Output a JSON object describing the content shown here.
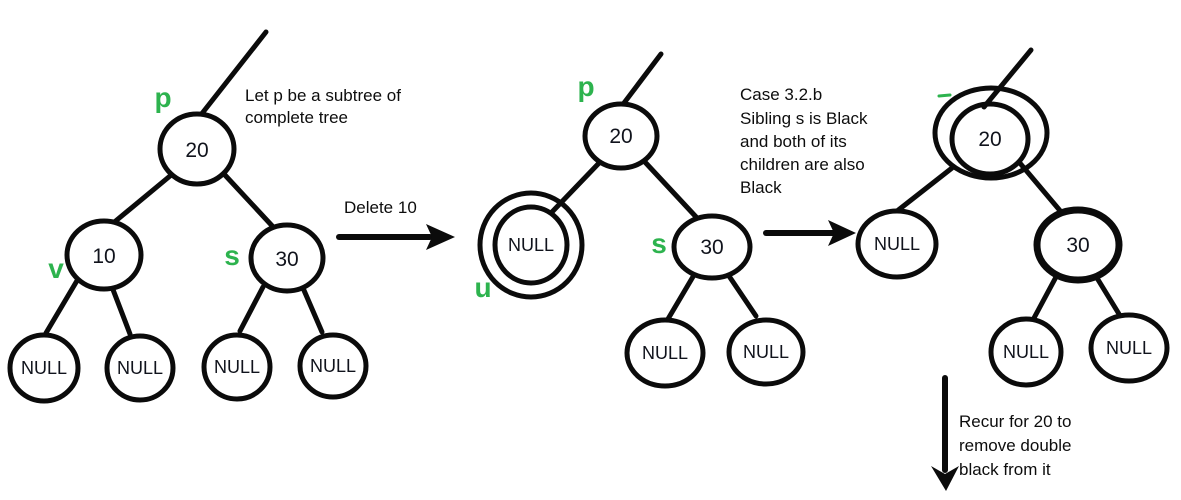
{
  "colors": {
    "pointer_green": "#2db34e",
    "node_red": "#e8212a"
  },
  "step1": {
    "pointer_p": "p",
    "pointer_v": "v",
    "pointer_s": "s",
    "root": "20",
    "left_child": "10",
    "right_child": "30",
    "null_labels": [
      "NULL",
      "NULL",
      "NULL",
      "NULL"
    ],
    "note_line1": "Let p be a subtree of",
    "note_line2": "complete tree"
  },
  "transition1": {
    "label": "Delete 10"
  },
  "step2": {
    "pointer_p": "p",
    "pointer_u": "u",
    "pointer_s": "s",
    "root": "20",
    "double_black_null": "NULL",
    "right_child": "30",
    "null_labels": [
      "NULL",
      "NULL"
    ],
    "note_line1": "Case 3.2.b",
    "note_line2": "Sibling s is Black",
    "note_line3": "and both of its",
    "note_line4": "children are also",
    "note_line5": "Black"
  },
  "step3": {
    "root": "20",
    "left_null": "NULL",
    "right_child": "30",
    "null_labels": [
      "NULL",
      "NULL"
    ],
    "note_line1": "Recur for 20 to",
    "note_line2": "remove double",
    "note_line3": "black from it"
  }
}
